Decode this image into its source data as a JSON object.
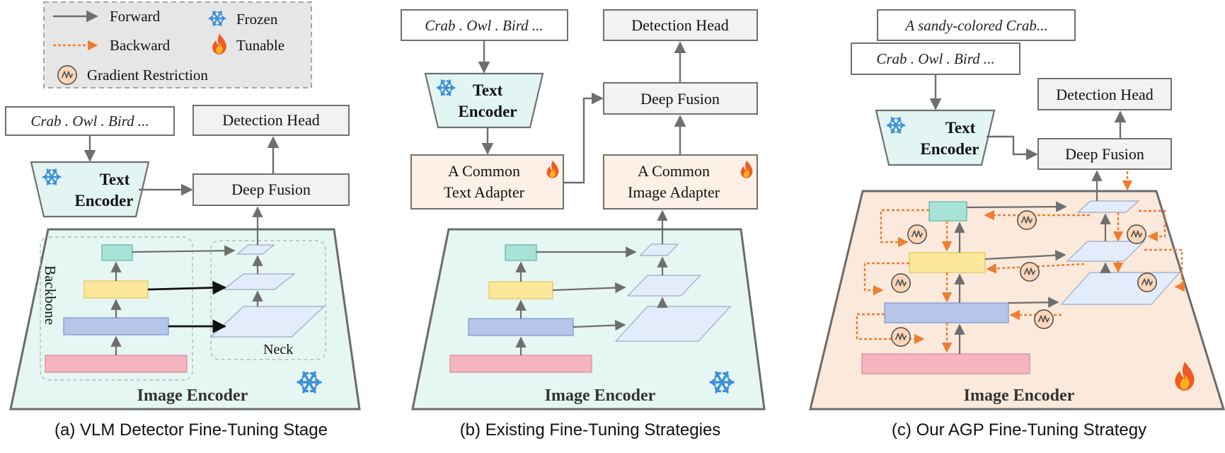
{
  "legend": {
    "forward": "Forward",
    "backward": "Backward",
    "frozen": "Frozen",
    "tunable": "Tunable",
    "gradient_restriction": "Gradient Restriction"
  },
  "panel_a": {
    "prompt": "Crab . Owl . Bird ...",
    "text_encoder_line1": "Text",
    "text_encoder_line2": "Encoder",
    "detection_head": "Detection Head",
    "deep_fusion": "Deep Fusion",
    "backbone": "Backbone",
    "neck": "Neck",
    "image_encoder": "Image Encoder",
    "caption": "(a) VLM Detector Fine-Tuning Stage"
  },
  "panel_b": {
    "prompt": "Crab . Owl . Bird ...",
    "text_encoder_line1": "Text",
    "text_encoder_line2": "Encoder",
    "detection_head": "Detection Head",
    "deep_fusion": "Deep Fusion",
    "text_adapter_line1": "A Common",
    "text_adapter_line2": "Text Adapter",
    "image_adapter_line1": "A Common",
    "image_adapter_line2": "Image Adapter",
    "image_encoder": "Image Encoder",
    "caption": "(b) Existing Fine-Tuning Strategies"
  },
  "panel_c": {
    "prompt_top": "A sandy-colored Crab...",
    "prompt": "Crab . Owl . Bird ...",
    "text_encoder_line1": "Text",
    "text_encoder_line2": "Encoder",
    "detection_head": "Detection Head",
    "deep_fusion": "Deep Fusion",
    "image_encoder": "Image Encoder",
    "caption": "(c) Our AGP Fine-Tuning Strategy"
  },
  "colors": {
    "forward_arrow": "#6e6e6e",
    "backward_arrow": "#ed7d31",
    "frozen_panel": "#e6f6f3",
    "tunable_panel": "#fbe9dc",
    "text_encoder_fill": "#e2f5f2",
    "adapter_fill": "#fdf0e6",
    "teal_block": "#a8e3d8",
    "yellow_block": "#fce79a",
    "blue_block": "#b6c5ea",
    "pink_block": "#f5b5bf",
    "neck_plane": "#e3ecfa"
  },
  "icons": {
    "frozen": "snowflake-icon",
    "tunable": "flame-icon",
    "gradient_restriction": "gradient-restriction-icon"
  }
}
